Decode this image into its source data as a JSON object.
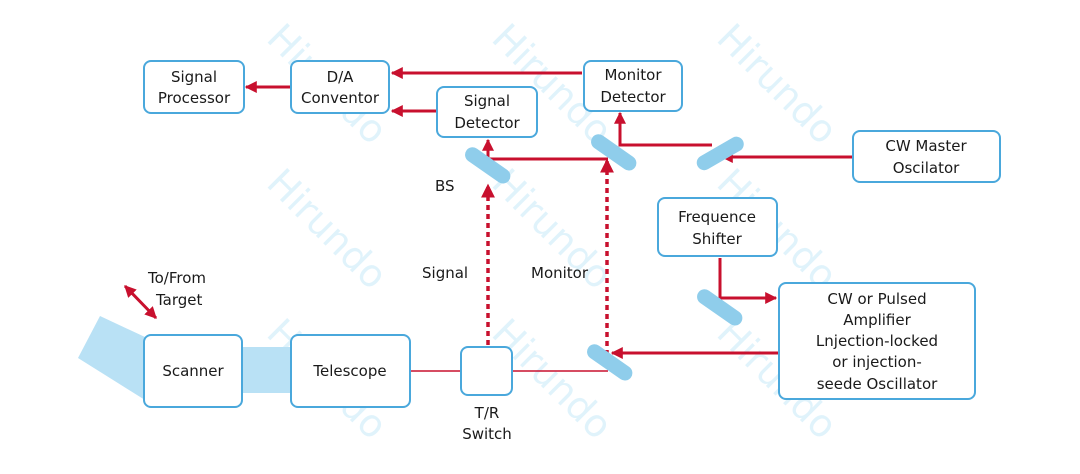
{
  "title": "Coherent Doppler Lidar Block Diagram",
  "colors": {
    "box_border": "#4aa8dc",
    "beam": "#c8102e",
    "mirror": "#8fcdeb",
    "light_beam": "#b9e1f5",
    "watermark": "#a9ddf6"
  },
  "watermark": "Hirundo",
  "blocks": {
    "signal_processor": [
      "Signal",
      "Processor"
    ],
    "da_convertor": [
      "D/A",
      "Conventor"
    ],
    "signal_detector": [
      "Signal",
      "Detector"
    ],
    "monitor_detector": [
      "Monitor",
      "Detector"
    ],
    "cw_master_oscillator": [
      "CW Master",
      "Oscilator"
    ],
    "frequence_shifter": [
      "Frequence",
      "Shifter"
    ],
    "amplifier": [
      "CW or Pulsed",
      "Amplifier",
      "Lnjection-locked",
      "or injection-",
      "seede Oscillator"
    ],
    "scanner": [
      "Scanner"
    ],
    "telescope": [
      "Telescope"
    ],
    "tr_switch": ""
  },
  "labels": {
    "bs": "BS",
    "signal": "Signal",
    "monitor": "Monitor",
    "to_from_target": [
      "To/From",
      "Target"
    ],
    "tr_switch": [
      "T/R",
      "Switch"
    ]
  }
}
